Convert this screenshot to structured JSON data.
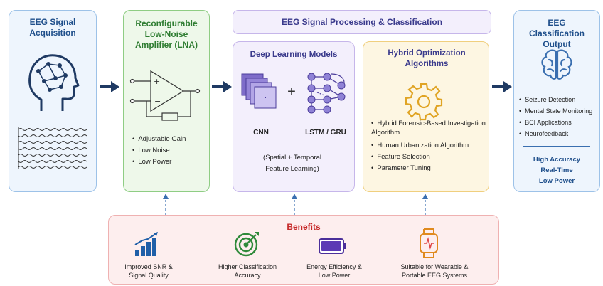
{
  "acquisition": {
    "title": "EEG Signal Acquisition"
  },
  "lna": {
    "title": "Reconfigurable Low-Noise Amplifier (LNA)",
    "bullets": [
      "Adjustable Gain",
      "Low Noise",
      "Low Power"
    ]
  },
  "processing": {
    "header": "EEG Signal Processing & Classification",
    "deep": {
      "title": "Deep Learning Models",
      "cnn": "CNN",
      "plus": "+",
      "lstm": "LSTM / GRU",
      "note": "(Spatial + Temporal Feature Learning)"
    },
    "hybrid": {
      "title": "Hybrid Optimization Algorithms",
      "bullets": [
        "Hybrid Forensic-Based Investigation Algorithm",
        "Human Urbanization Algorithm",
        "Feature Selection",
        "Parameter Tuning"
      ]
    }
  },
  "output": {
    "title": "EEG Classification Output",
    "bullets": [
      "Seizure Detection",
      "Mental State Monitoring",
      "BCI Applications",
      "Neurofeedback"
    ],
    "highlights": [
      "High Accuracy",
      "Real-Time",
      "Low Power"
    ]
  },
  "benefits": {
    "title": "Benefits",
    "items": [
      {
        "label": "Improved SNR & Signal Quality",
        "icon": "bar-chart-icon"
      },
      {
        "label": "Higher Classification Accuracy",
        "icon": "target-icon"
      },
      {
        "label": "Energy Efficiency & Low Power",
        "icon": "battery-icon"
      },
      {
        "label": "Suitable for Wearable & Portable EEG Systems",
        "icon": "smartwatch-icon"
      }
    ]
  },
  "colors": {
    "blue_panel": "#eef5fd",
    "blue_border": "#9dc2e8",
    "green_panel": "#eef8ea",
    "green_border": "#8fcd84",
    "purple_panel": "#f3effc",
    "purple_border": "#c6b6ea",
    "orange_panel": "#fdf6e2",
    "orange_border": "#f0cf7e",
    "red_panel": "#fdeeee",
    "red_border": "#efb1b1",
    "arrow": "#1f3a63",
    "title_blue": "#1f4f8b",
    "title_green": "#2f7d32",
    "title_purple": "#3a3a8c",
    "title_red": "#c62828"
  }
}
